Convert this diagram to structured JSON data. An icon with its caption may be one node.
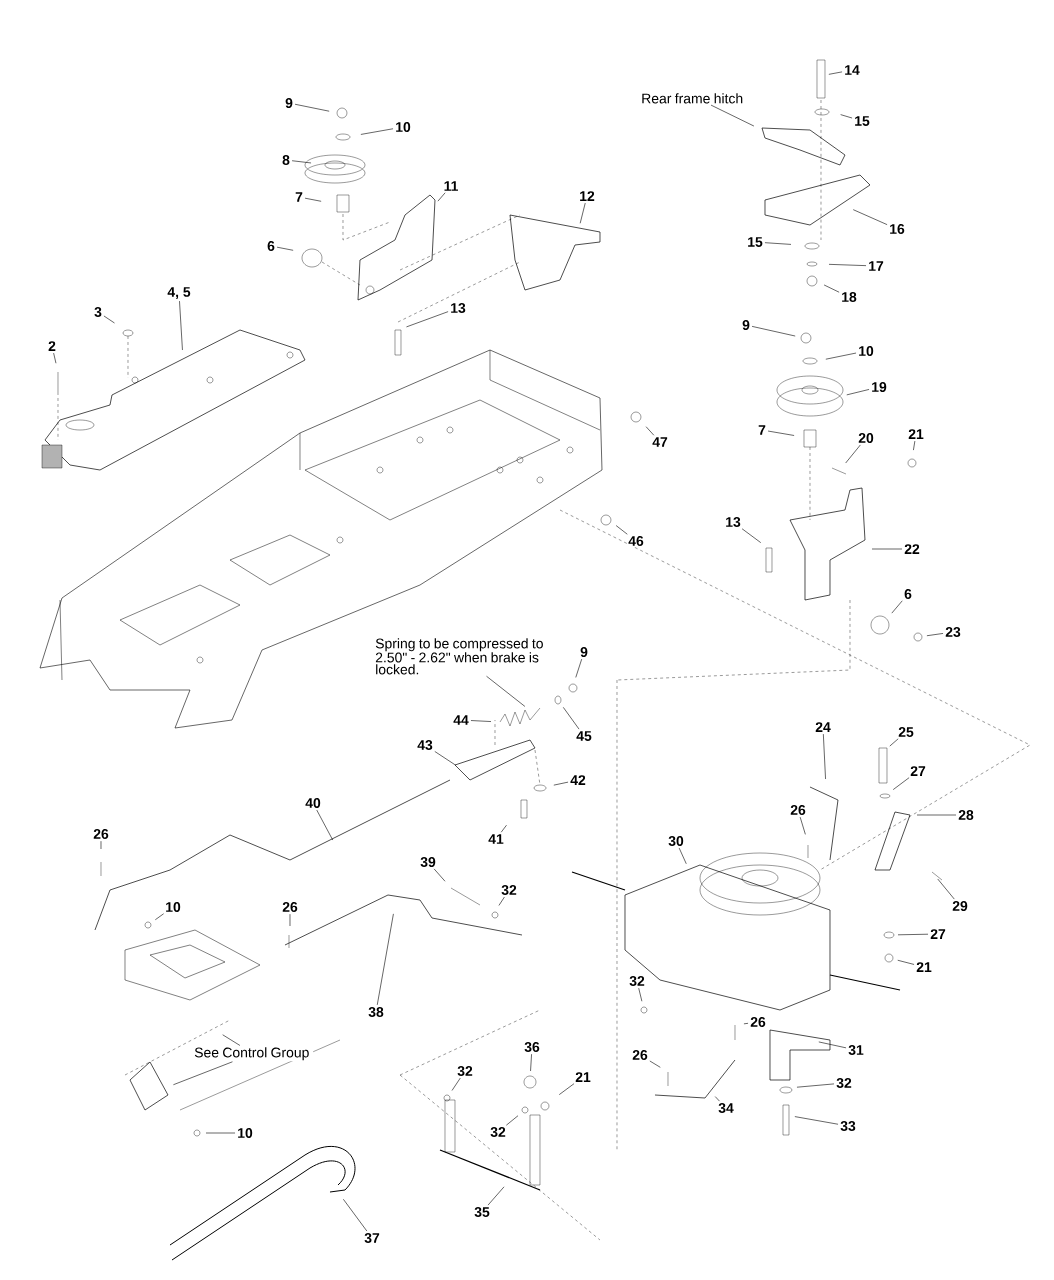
{
  "diagram": {
    "nodes": [
      {
        "text": [
          "9"
        ]
      },
      {
        "text": [
          "10"
        ]
      },
      {
        "text": [
          "8"
        ]
      },
      {
        "text": [
          "7"
        ]
      },
      {
        "text": [
          "11"
        ]
      },
      {
        "text": [
          "6"
        ]
      },
      {
        "text": [
          "12"
        ]
      },
      {
        "text": [
          "14"
        ]
      },
      {
        "text": [
          "Rear frame hitch"
        ]
      },
      {
        "text": [
          "15"
        ]
      },
      {
        "text": [
          "16"
        ]
      },
      {
        "text": [
          "4, 5"
        ]
      },
      {
        "text": [
          "3"
        ]
      },
      {
        "text": [
          "2"
        ]
      },
      {
        "text": [
          "13"
        ]
      },
      {
        "text": [
          "15"
        ]
      },
      {
        "text": [
          "17"
        ]
      },
      {
        "text": [
          "18"
        ]
      },
      {
        "text": [
          "9"
        ]
      },
      {
        "text": [
          "10"
        ]
      },
      {
        "text": [
          "19"
        ]
      },
      {
        "text": [
          "47"
        ]
      },
      {
        "text": [
          "7"
        ]
      },
      {
        "text": [
          "20"
        ]
      },
      {
        "text": [
          "21"
        ]
      },
      {
        "text": [
          "13"
        ]
      },
      {
        "text": [
          "46"
        ]
      },
      {
        "text": [
          "22"
        ]
      },
      {
        "text": [
          "6"
        ]
      },
      {
        "text": [
          "23"
        ]
      },
      {
        "text": [
          "Spring to be compressed to 2.50\" - 2.62\" when brake is locked."
        ]
      },
      {
        "text": [
          "9"
        ]
      },
      {
        "text": [
          "44"
        ]
      },
      {
        "text": [
          "45"
        ]
      },
      {
        "text": [
          "43"
        ]
      },
      {
        "text": [
          "24"
        ]
      },
      {
        "text": [
          "25"
        ]
      },
      {
        "text": [
          "42"
        ]
      },
      {
        "text": [
          "27"
        ]
      },
      {
        "text": [
          "40"
        ]
      },
      {
        "text": [
          "26"
        ]
      },
      {
        "text": [
          "41"
        ]
      },
      {
        "text": [
          "28"
        ]
      },
      {
        "text": [
          "26"
        ]
      },
      {
        "text": [
          "30"
        ]
      },
      {
        "text": [
          "39"
        ]
      },
      {
        "text": [
          "32"
        ]
      },
      {
        "text": [
          "10"
        ]
      },
      {
        "text": [
          "26"
        ]
      },
      {
        "text": [
          "29"
        ]
      },
      {
        "text": [
          "27"
        ]
      },
      {
        "text": [
          "21"
        ]
      },
      {
        "text": [
          "32"
        ]
      },
      {
        "text": [
          "38"
        ]
      },
      {
        "text": [
          "26"
        ]
      },
      {
        "text": [
          "See Control Group"
        ]
      },
      {
        "text": [
          "36"
        ]
      },
      {
        "text": [
          "31"
        ]
      },
      {
        "text": [
          "26"
        ]
      },
      {
        "text": [
          "32"
        ]
      },
      {
        "text": [
          "21"
        ]
      },
      {
        "text": [
          "32"
        ]
      },
      {
        "text": [
          "32"
        ]
      },
      {
        "text": [
          "34"
        ]
      },
      {
        "text": [
          "10"
        ]
      },
      {
        "text": [
          "33"
        ]
      },
      {
        "text": [
          "35"
        ]
      },
      {
        "text": [
          "37"
        ]
      }
    ],
    "edges": [
      {
        "from": 0,
        "to": null,
        "arrow": "none"
      },
      {
        "from": 1,
        "to": null,
        "arrow": "none"
      },
      {
        "from": 2,
        "to": null,
        "arrow": "none"
      },
      {
        "from": 3,
        "to": null,
        "arrow": "none"
      },
      {
        "from": 4,
        "to": null,
        "arrow": "none"
      },
      {
        "from": 5,
        "to": null,
        "arrow": "none"
      },
      {
        "from": 6,
        "to": null,
        "arrow": "none"
      },
      {
        "from": 7,
        "to": null,
        "arrow": "none"
      },
      {
        "from": 8,
        "to": null,
        "arrow": "none"
      },
      {
        "from": 9,
        "to": null,
        "arrow": "none"
      },
      {
        "from": 10,
        "to": null,
        "arrow": "none"
      },
      {
        "from": 11,
        "to": null,
        "arrow": "none"
      },
      {
        "from": 12,
        "to": null,
        "arrow": "none"
      },
      {
        "from": 13,
        "to": null,
        "arrow": "none"
      },
      {
        "from": 14,
        "to": null,
        "arrow": "none"
      },
      {
        "from": 15,
        "to": null,
        "arrow": "none"
      },
      {
        "from": 16,
        "to": null,
        "arrow": "none"
      },
      {
        "from": 17,
        "to": null,
        "arrow": "none"
      },
      {
        "from": 18,
        "to": null,
        "arrow": "none"
      },
      {
        "from": 19,
        "to": null,
        "arrow": "none"
      },
      {
        "from": 20,
        "to": null,
        "arrow": "none"
      },
      {
        "from": 21,
        "to": null,
        "arrow": "none"
      },
      {
        "from": 22,
        "to": null,
        "arrow": "none"
      },
      {
        "from": 23,
        "to": null,
        "arrow": "none"
      },
      {
        "from": 24,
        "to": null,
        "arrow": "none"
      },
      {
        "from": 25,
        "to": null,
        "arrow": "none"
      },
      {
        "from": 26,
        "to": null,
        "arrow": "none"
      },
      {
        "from": 27,
        "to": null,
        "arrow": "none"
      },
      {
        "from": 28,
        "to": null,
        "arrow": "none"
      },
      {
        "from": 29,
        "to": null,
        "arrow": "none"
      },
      {
        "from": 30,
        "to": null,
        "arrow": "none"
      },
      {
        "from": 31,
        "to": null,
        "arrow": "none"
      },
      {
        "from": 32,
        "to": null,
        "arrow": "none"
      },
      {
        "from": 33,
        "to": null,
        "arrow": "none"
      },
      {
        "from": 34,
        "to": null,
        "arrow": "none"
      },
      {
        "from": 35,
        "to": null,
        "arrow": "none"
      },
      {
        "from": 36,
        "to": null,
        "arrow": "none"
      },
      {
        "from": 37,
        "to": null,
        "arrow": "none"
      },
      {
        "from": 38,
        "to": null,
        "arrow": "none"
      },
      {
        "from": 39,
        "to": null,
        "arrow": "none"
      },
      {
        "from": 40,
        "to": null,
        "arrow": "none"
      },
      {
        "from": 41,
        "to": null,
        "arrow": "none"
      },
      {
        "from": 42,
        "to": null,
        "arrow": "none"
      },
      {
        "from": 43,
        "to": null,
        "arrow": "none"
      },
      {
        "from": 44,
        "to": null,
        "arrow": "none"
      },
      {
        "from": 45,
        "to": null,
        "arrow": "none"
      },
      {
        "from": 46,
        "to": null,
        "arrow": "none"
      },
      {
        "from": 47,
        "to": null,
        "arrow": "none"
      },
      {
        "from": 48,
        "to": null,
        "arrow": "none"
      },
      {
        "from": 49,
        "to": null,
        "arrow": "none"
      },
      {
        "from": 50,
        "to": null,
        "arrow": "none"
      },
      {
        "from": 51,
        "to": null,
        "arrow": "none"
      },
      {
        "from": 52,
        "to": null,
        "arrow": "none"
      },
      {
        "from": 53,
        "to": null,
        "arrow": "none"
      },
      {
        "from": 54,
        "to": null,
        "arrow": "none"
      },
      {
        "from": 55,
        "to": null,
        "arrow": "none"
      },
      {
        "from": 55,
        "to": null,
        "arrow": "none"
      },
      {
        "from": 56,
        "to": null,
        "arrow": "none"
      },
      {
        "from": 57,
        "to": null,
        "arrow": "none"
      },
      {
        "from": 58,
        "to": null,
        "arrow": "none"
      },
      {
        "from": 59,
        "to": null,
        "arrow": "none"
      },
      {
        "from": 60,
        "to": null,
        "arrow": "none"
      },
      {
        "from": 61,
        "to": null,
        "arrow": "none"
      },
      {
        "from": 62,
        "to": null,
        "arrow": "none"
      },
      {
        "from": 63,
        "to": null,
        "arrow": "none"
      },
      {
        "from": 64,
        "to": null,
        "arrow": "none"
      },
      {
        "from": 65,
        "to": null,
        "arrow": "none"
      },
      {
        "from": 66,
        "to": null,
        "arrow": "none"
      },
      {
        "from": 67,
        "to": null,
        "arrow": "none"
      }
    ]
  }
}
